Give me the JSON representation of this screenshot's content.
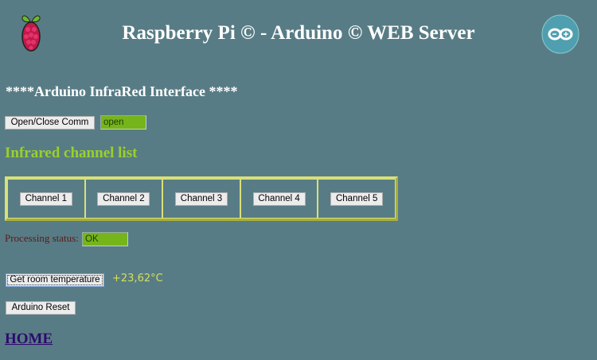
{
  "header": {
    "title": "Raspberry Pi © - Arduino © WEB Server",
    "left_logo": "raspberry-pi-logo",
    "right_logo": "arduino-logo"
  },
  "section_title": "****Arduino InfraRed Interface ****",
  "comm": {
    "button_label": "Open/Close Comm",
    "status_value": "open"
  },
  "channels": {
    "title": "Infrared channel list",
    "buttons": [
      "Channel 1",
      "Channel 2",
      "Channel 3",
      "Channel 4",
      "Channel 5"
    ]
  },
  "processing": {
    "label": "Processing status:",
    "value": "OK"
  },
  "temperature": {
    "button_label": "Get room temperature",
    "value": "+23,62°C"
  },
  "reset": {
    "button_label": "Arduino Reset"
  },
  "home_link": "HOME",
  "colors": {
    "background": "#587c85",
    "status_green": "#76b51a",
    "accent": "#9ad02a"
  }
}
